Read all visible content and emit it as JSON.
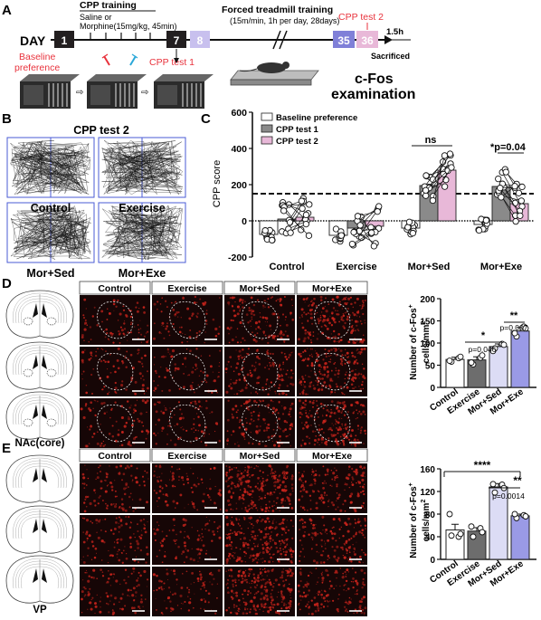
{
  "panel_labels": [
    "A",
    "B",
    "C",
    "D",
    "E"
  ],
  "panel_a": {
    "day_label": "DAY",
    "day_boxes": [
      "1",
      "7",
      "8",
      "35",
      "36"
    ],
    "cpp_training": "CPP training",
    "saline_line1": "Saline or",
    "saline_line2": "Morphine(15mg/kg, 45min)",
    "baseline_line1": "Baseline",
    "baseline_line2": "preference",
    "cpp_test1": "CPP test 1",
    "treadmill_title": "Forced treadmill training",
    "treadmill_detail": "(15m/min, 1h per day, 28days)",
    "cpp_test2": "CPP test 2",
    "time_after": "1.5h",
    "sacrificed": "Sacrificed",
    "cfos_line1": "c-Fos",
    "cfos_line2": "examination"
  },
  "panel_b": {
    "title": "CPP test 2",
    "groups": [
      "Control",
      "Exercise",
      "Mor+Sed",
      "Mor+Exe"
    ]
  },
  "image_panels": {
    "column_headers": [
      "Control",
      "Exercise",
      "Mor+Sed",
      "Mor+Exe"
    ],
    "nac_label": "NAc(core)",
    "vp_label": "VP"
  },
  "colors": {
    "day_box_dark": "#231f20",
    "day_box_light": "#c8c0ee",
    "accent_red": "#e8323c",
    "baseline_fill": "#ffffff",
    "test1_fill": "#8a8a8a",
    "test2_fill": "#e8b8d8",
    "bar_exercise": "#6d6d6d",
    "bar_morsed": "#dcdcf5",
    "bar_morexe": "#9a9ae6",
    "micro_bg": "#160606",
    "micro_dot": "#c8241c"
  },
  "chart_data": [
    {
      "id": "cpp",
      "type": "bar",
      "title": "",
      "ylabel": "CPP score",
      "xlabel": "",
      "ylim": [
        -200,
        600
      ],
      "yticks": [
        -200,
        0,
        200,
        400,
        600
      ],
      "categories": [
        "Control",
        "Exercise",
        "Mor+Sed",
        "Mor+Exe"
      ],
      "legend": [
        "Baseline preference",
        "CPP test 1",
        "CPP test 2"
      ],
      "legend_position": "top-left",
      "series": [
        {
          "name": "Baseline preference",
          "values": [
            -75,
            -80,
            -40,
            -20
          ]
        },
        {
          "name": "CPP test 1",
          "values": [
            10,
            -40,
            195,
            190
          ]
        },
        {
          "name": "CPP test 2",
          "values": [
            20,
            -30,
            280,
            95
          ]
        }
      ],
      "threshold": 150,
      "annotations": [
        "ns",
        "*p=0.04"
      ]
    },
    {
      "id": "nac",
      "type": "bar",
      "title": "",
      "ylabel_line1": "Number of c-Fos",
      "ylabel_sup": "+",
      "ylabel_line2": "cells/mm",
      "ylabel_sup2": "2",
      "ylim": [
        0,
        200
      ],
      "yticks": [
        0,
        50,
        100,
        150,
        200
      ],
      "categories": [
        "Control",
        "Exercise",
        "Mor+Sed",
        "Mor+Exe"
      ],
      "values": [
        63,
        62,
        92,
        127
      ],
      "errors": [
        5,
        7,
        6,
        8
      ],
      "points": [
        [
          58,
          66,
          60,
          69
        ],
        [
          52,
          67,
          56,
          72
        ],
        [
          88,
          98,
          82,
          96
        ],
        [
          115,
          137,
          122,
          133
        ]
      ],
      "annotations": [
        "*",
        "p=0.046",
        "**",
        "p=0.007"
      ]
    },
    {
      "id": "vp",
      "type": "bar",
      "title": "",
      "ylabel_line1": "Number of c-Fos",
      "ylabel_sup": "+",
      "ylabel_line2": "cells/mm",
      "ylabel_sup2": "2",
      "ylim": [
        0,
        160
      ],
      "yticks": [
        0,
        40,
        80,
        120,
        160
      ],
      "categories": [
        "Control",
        "Exercise",
        "Mor+Sed",
        "Mor+Exe"
      ],
      "values": [
        52,
        50,
        128,
        77
      ],
      "errors": [
        10,
        6,
        6,
        3
      ],
      "points": [
        [
          42,
          40,
          80,
          45
        ],
        [
          40,
          55,
          58,
          48
        ],
        [
          118,
          132,
          133,
          126
        ],
        [
          73,
          78,
          80,
          76
        ]
      ],
      "annotations": [
        "****",
        "**",
        "p=0.0014"
      ]
    }
  ]
}
